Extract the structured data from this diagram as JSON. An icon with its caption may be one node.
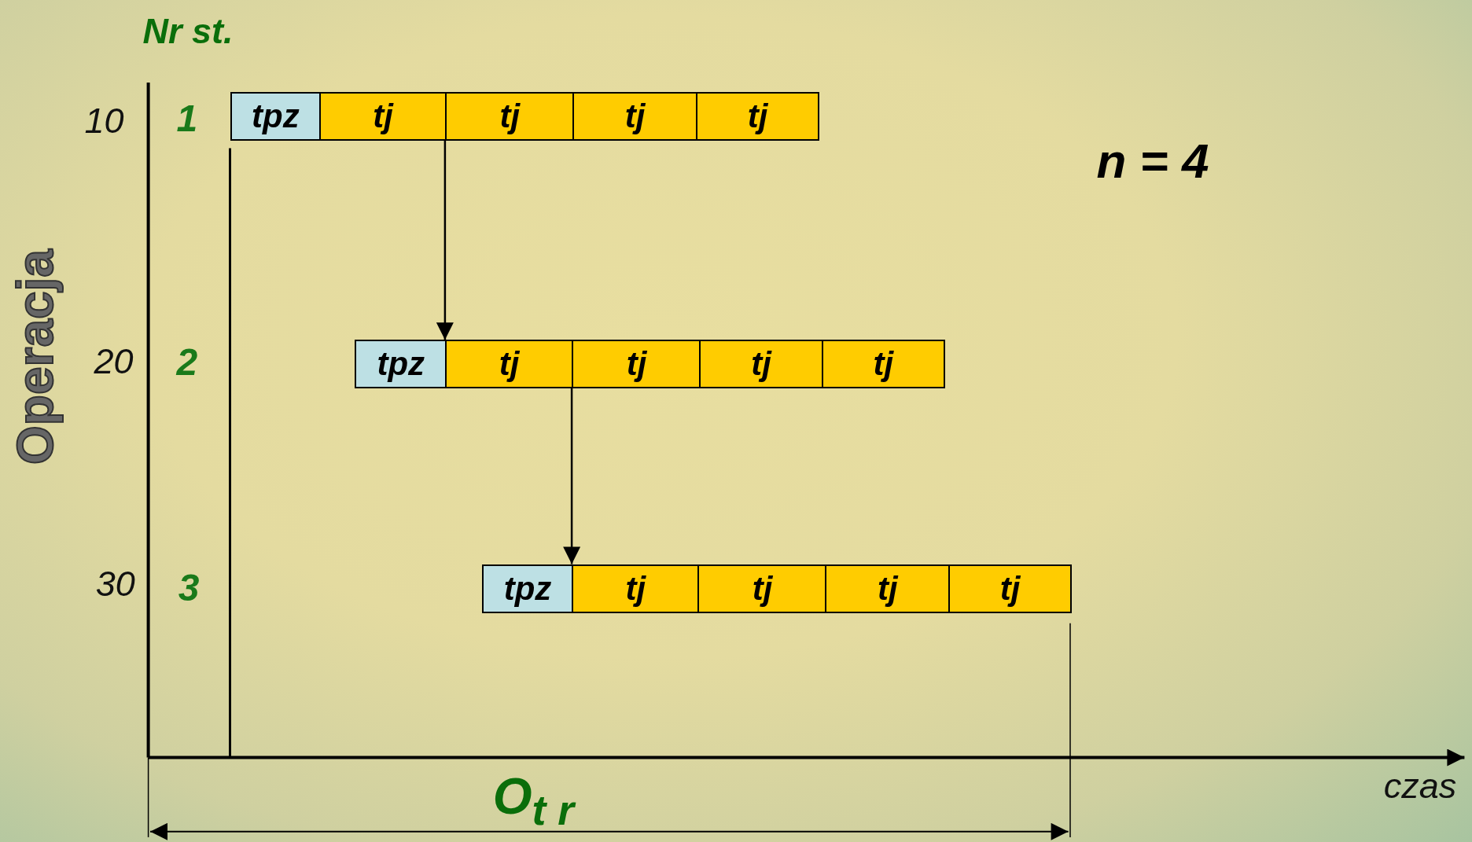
{
  "diagram": {
    "nodes": [
      {
        "text": [
          "tpz"
        ]
      },
      {
        "text": [
          "tj"
        ]
      },
      {
        "text": [
          "tj"
        ]
      },
      {
        "text": [
          "tj"
        ]
      },
      {
        "text": [
          "tj"
        ]
      },
      {
        "text": [
          "tpz"
        ]
      },
      {
        "text": [
          "tj"
        ]
      },
      {
        "text": [
          "tj"
        ]
      },
      {
        "text": [
          "tj"
        ]
      },
      {
        "text": [
          "tj"
        ]
      },
      {
        "text": [
          "tpz"
        ]
      },
      {
        "text": [
          "tj"
        ]
      },
      {
        "text": [
          "tj"
        ]
      },
      {
        "text": [
          "tj"
        ]
      },
      {
        "text": [
          "tj"
        ]
      }
    ],
    "edges": [
      {
        "from": 1,
        "to": 6,
        "arrow": "to"
      },
      {
        "from": 6,
        "to": 11,
        "arrow": "to"
      }
    ],
    "labels": [
      "Nr st.",
      "10",
      "1",
      "n = 4",
      "Operacja",
      "20",
      "2",
      "30",
      "3",
      "czas",
      "O$_{t r}$"
    ]
  }
}
